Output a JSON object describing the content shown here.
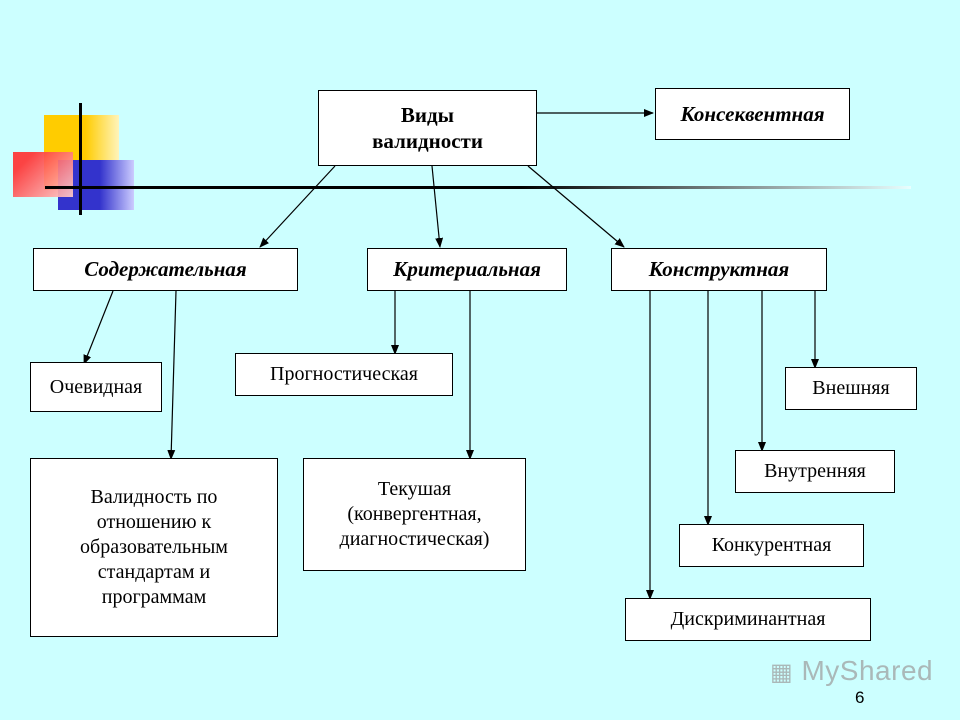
{
  "diagram": {
    "root": "Виды\nвалидности",
    "consequent": "Консеквентная",
    "content": "Содержательная",
    "criterion": "Критериальная",
    "construct": "Конструктная",
    "obvious": "Очевидная",
    "standards": "Валидность по\nотношению к\nобразовательным\nстандартам и\nпрограммам",
    "prognostic": "Прогностическая",
    "current": "Текушая\n(конвергентная,\nдиагностическая)",
    "external": "Внешняя",
    "internal": "Внутренняя",
    "concurrent": "Конкурентная",
    "discriminant": "Дискриминантная"
  },
  "watermark": "MyShared",
  "page_number": "6",
  "colors": {
    "background": "#ccffff",
    "deco_yellow": "#ffcc00",
    "deco_red": "#ff3333",
    "deco_blue": "#3333cc"
  }
}
